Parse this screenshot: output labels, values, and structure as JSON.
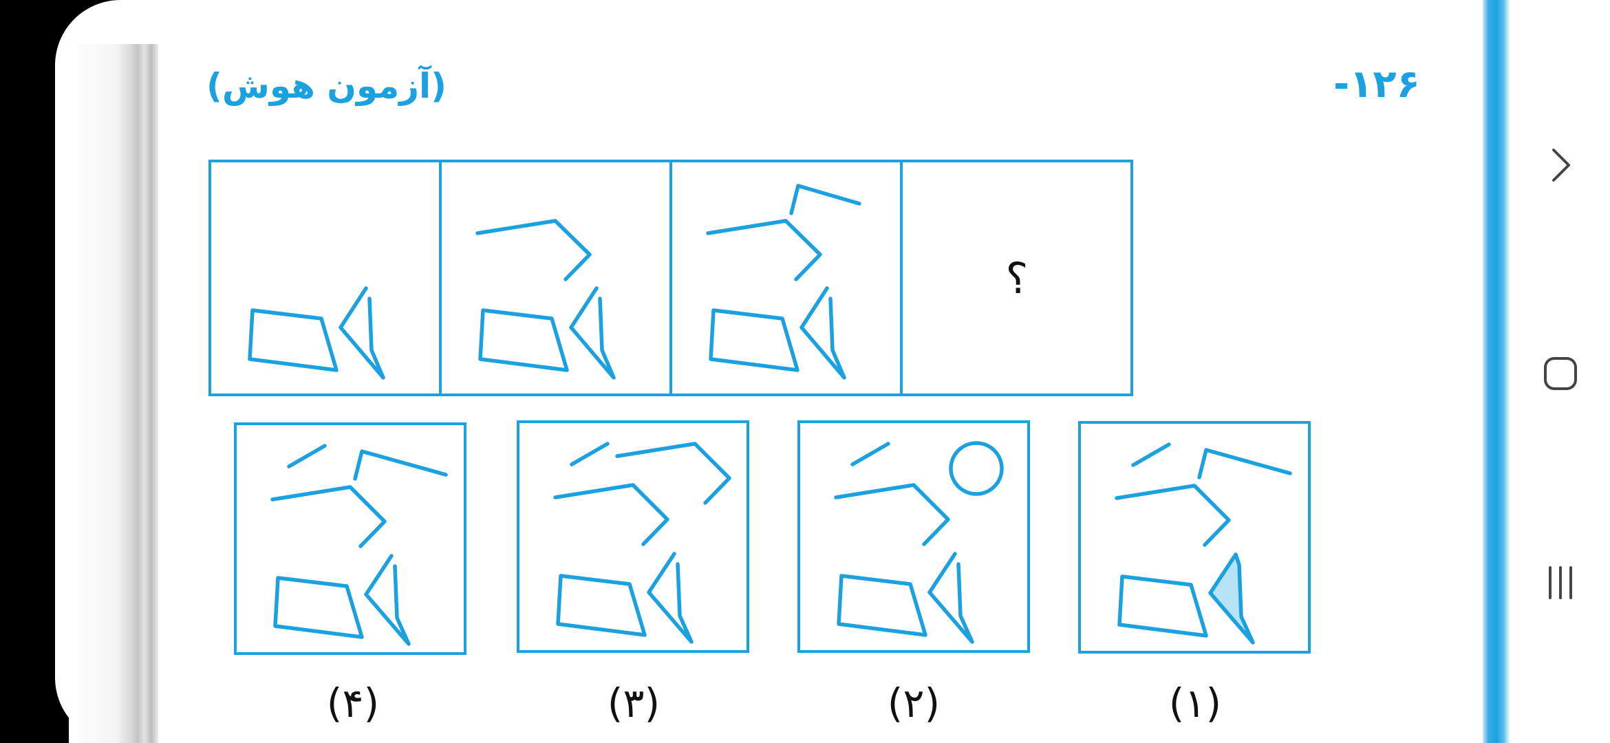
{
  "header": {
    "title": "(آزمون هوش)",
    "question_number": "-۱۲۶"
  },
  "sequence": {
    "cells": [
      "figure-1",
      "figure-2",
      "figure-3",
      "unknown"
    ],
    "question_mark": "؟"
  },
  "options": [
    {
      "id": "option-1",
      "label": "(۱)"
    },
    {
      "id": "option-2",
      "label": "(۲)"
    },
    {
      "id": "option-3",
      "label": "(۳)"
    },
    {
      "id": "option-4",
      "label": "(۴)"
    }
  ],
  "navigation": {
    "buttons": [
      "forward-icon",
      "home-icon",
      "recent-apps-icon"
    ]
  },
  "colors": {
    "accent": "#1ca1e0",
    "shade": "#b8e3f7"
  }
}
